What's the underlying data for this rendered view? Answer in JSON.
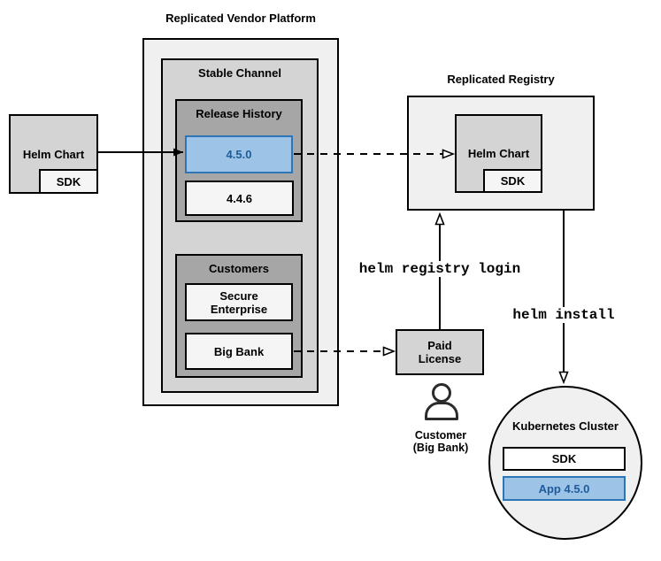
{
  "colors": {
    "container_fill": "#f0f0f0",
    "panel_fill": "#d4d4d4",
    "group_fill": "#a6a6a6",
    "item_fill": "#f5f5f5",
    "highlight_fill": "#9dc3e6",
    "highlight_border": "#2e75b6",
    "highlight_text": "#1f5c99"
  },
  "vendor": {
    "title": "Replicated Vendor Platform",
    "stable_channel": "Stable Channel",
    "release_history": "Release History",
    "releases": [
      "4.5.0",
      "4.4.6"
    ],
    "customers_label": "Customers",
    "customers": [
      "Secure\nEnterprise",
      "Big Bank"
    ]
  },
  "source": {
    "helm_chart": "Helm Chart",
    "sdk": "SDK"
  },
  "registry": {
    "title": "Replicated Registry",
    "helm_chart": "Helm Chart",
    "sdk": "SDK"
  },
  "license": {
    "label": "Paid\nLicense"
  },
  "customer": {
    "caption": "Customer\n(Big Bank)"
  },
  "commands": {
    "registry_login": "helm registry login",
    "install": "helm install"
  },
  "cluster": {
    "title": "Kubernetes Cluster",
    "sdk": "SDK",
    "app": "App 4.5.0"
  }
}
